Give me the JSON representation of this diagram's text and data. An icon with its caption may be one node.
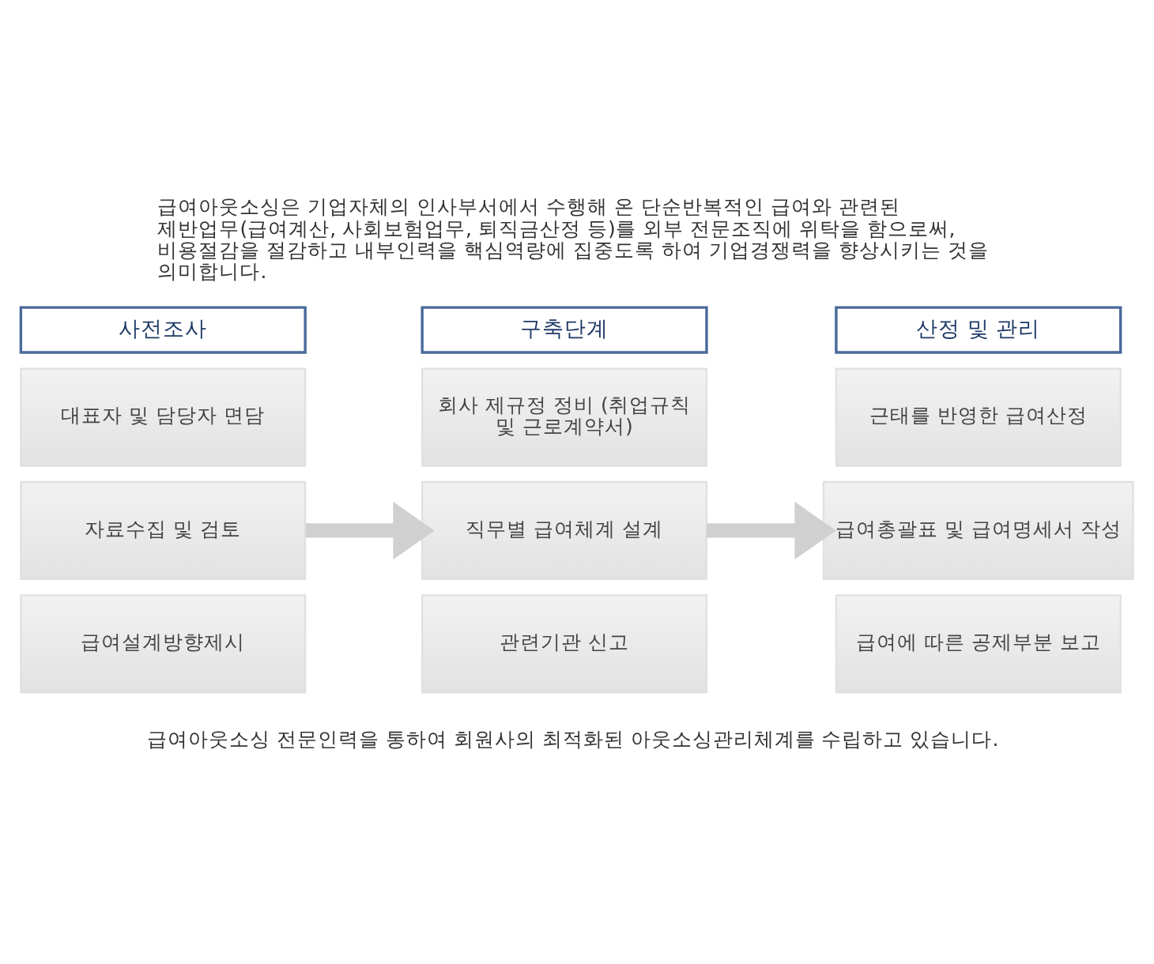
{
  "diagram": {
    "nodes": [
      {
        "text": [
          "사전조사"
        ]
      },
      {
        "text": [
          "대표자 및 담당자 면담"
        ]
      },
      {
        "text": [
          "자료수집 및 검토"
        ]
      },
      {
        "text": [
          "급여설계방향제시"
        ]
      },
      {
        "text": [
          "구축단계"
        ]
      },
      {
        "text": [
          "회사 제규정 정비 (취업규칙 및 근로계약서)"
        ]
      },
      {
        "text": [
          "직무별 급여체계 설계"
        ]
      },
      {
        "text": [
          "관련기관 신고"
        ]
      },
      {
        "text": [
          "산정 및 관리"
        ]
      },
      {
        "text": [
          "근태를 반영한 급여산정"
        ]
      },
      {
        "text": [
          "급여총괄표 및 급여명세서 작성"
        ]
      },
      {
        "text": [
          "급여에 따른 공제부분 보고"
        ]
      }
    ],
    "edges": [
      {
        "from": 2,
        "to": 6,
        "arrow": "to"
      },
      {
        "from": 6,
        "to": 10,
        "arrow": "to"
      }
    ],
    "labels": [
      "급여아웃소싱은 기업자체의 인사부서에서 수행해 온 단순반복적인 급여와 관련된 제반업무(급여계산, 사회보험업무, 퇴직금산정 등)를 외부 전문조직에 위탁을 함으로써, 비용절감을 절감하고 내부인력을 핵심역량에 집중도록 하여 기업경쟁력을 향상시키는 것을 의미합니다.",
      "급여아웃소싱 전문인력을 통하여 회원사의 최적화된 아웃소싱관리체계를 수립하고 있습니다."
    ]
  }
}
